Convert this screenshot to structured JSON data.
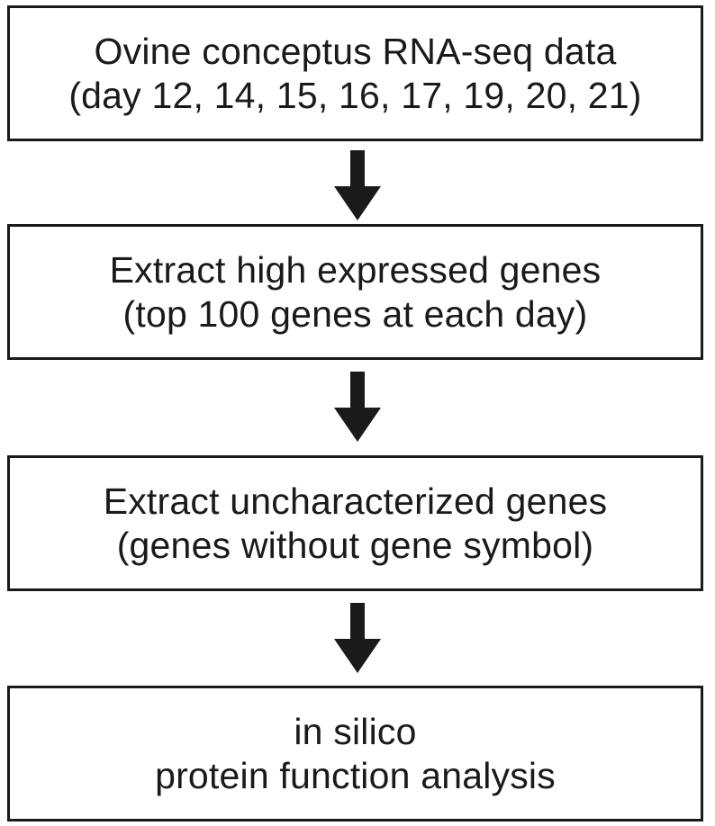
{
  "steps": [
    {
      "line1": "Ovine conceptus RNA-seq data",
      "line2": "(day 12, 14, 15, 16, 17, 19, 20, 21)"
    },
    {
      "line1": "Extract high expressed genes",
      "line2": "(top 100 genes at each day)"
    },
    {
      "line1": "Extract uncharacterized genes",
      "line2": "(genes without gene symbol)"
    },
    {
      "line1": "in silico",
      "line2": "protein function analysis"
    }
  ],
  "colors": {
    "stroke": "#1a1a1a",
    "arrow": "#1a1a1a",
    "background": "#ffffff"
  }
}
